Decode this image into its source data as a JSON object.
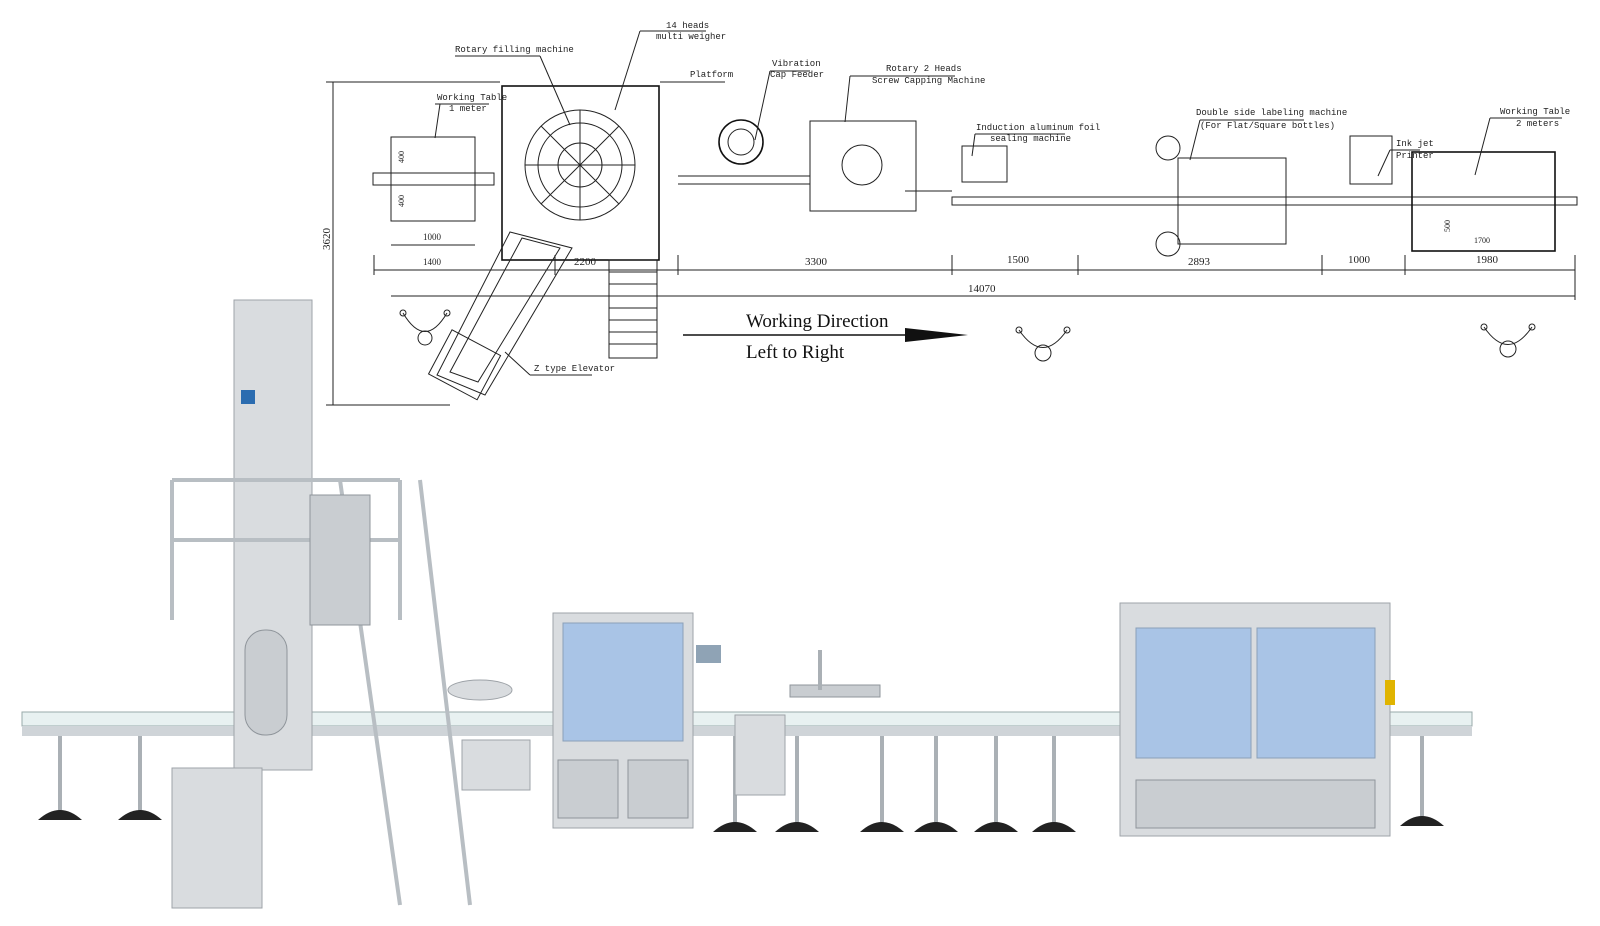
{
  "layout_drawing": {
    "labels": {
      "rotary_filling": "Rotary filling machine",
      "weigher_1": "14 heads",
      "weigher_2": "multi weigher",
      "platform": "Platform",
      "table1_1": "Working Table",
      "table1_2": "1 meter",
      "cap_feeder_1": "Vibration",
      "cap_feeder_2": "Cap Feeder",
      "capping_1": "Rotary 2 Heads",
      "capping_2": "Screw Capping Machine",
      "sealing_1": "Induction aluminum foil",
      "sealing_2": "sealing machine",
      "labeling_1": "Double side labeling machine",
      "labeling_2": "(For Flat/Square bottles)",
      "inkjet_1": "Ink jet",
      "inkjet_2": "Printer",
      "table2_1": "Working Table",
      "table2_2": "2 meters",
      "elevator": "Z type Elevator"
    },
    "dimensions": {
      "height_total": "3620",
      "table_w1": "400",
      "table_w2": "400",
      "table_len": "1000",
      "seg_1": "1400",
      "seg_2": "2200",
      "seg_3": "3300",
      "seg_4": "1500",
      "seg_5": "2893",
      "seg_6": "1000",
      "seg_7": "1980",
      "table2_len": "1700",
      "table2_w": "500",
      "total_length": "14070"
    },
    "direction": {
      "line1": "Working Direction",
      "line2": "Left to Right"
    }
  }
}
